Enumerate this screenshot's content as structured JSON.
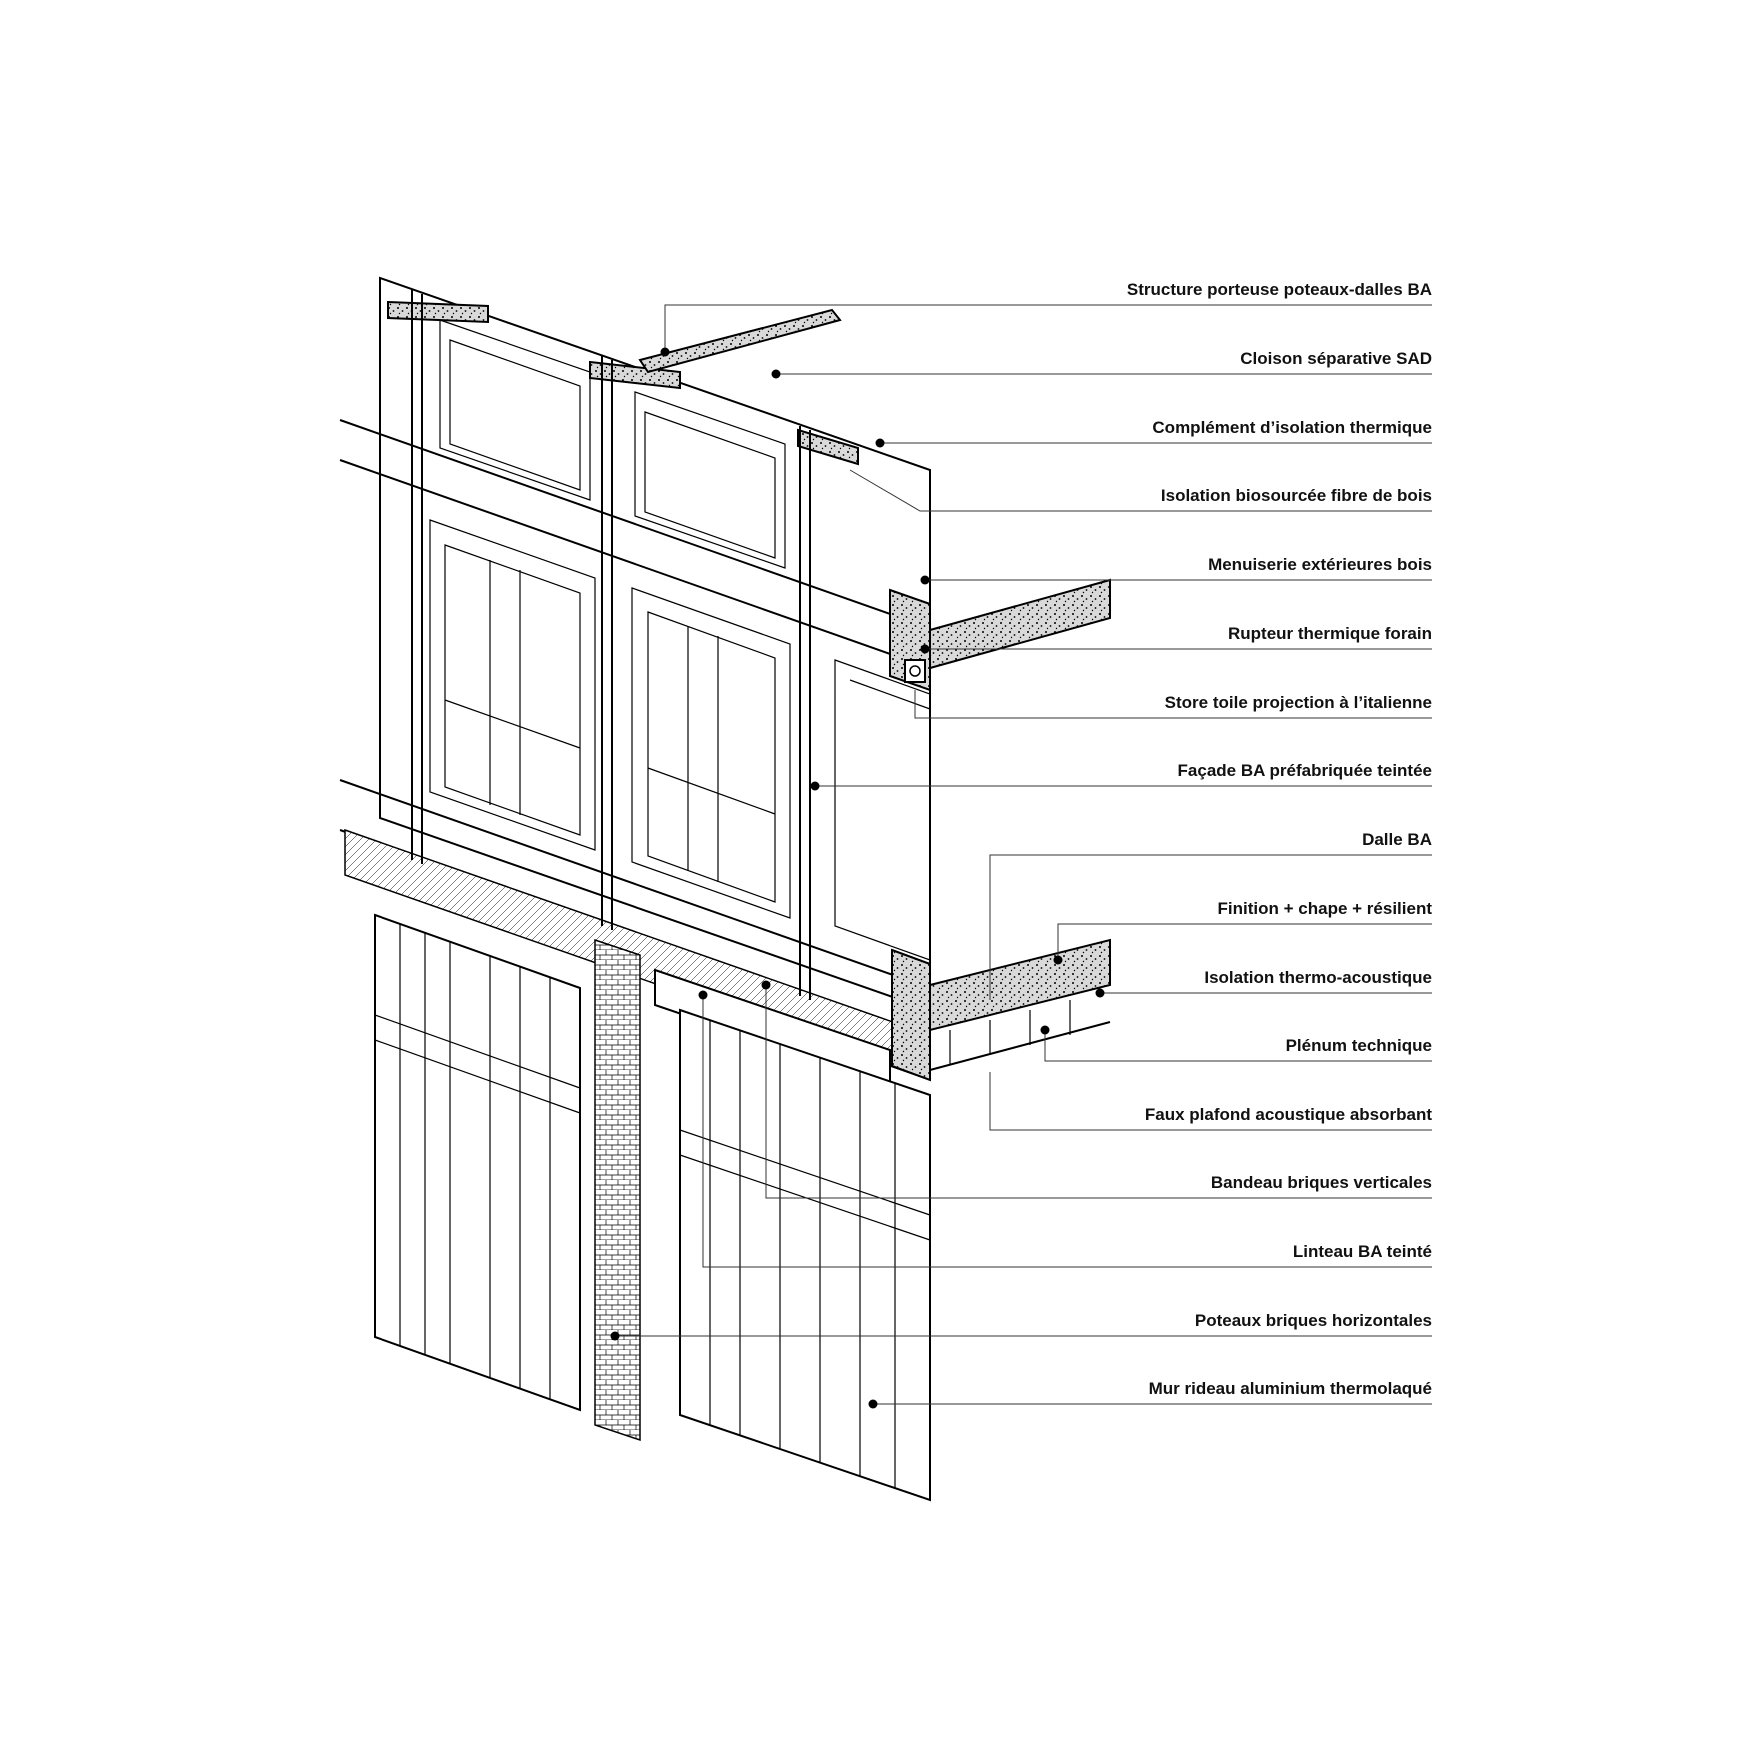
{
  "labels": [
    "Structure porteuse poteaux-dalles BA",
    "Cloison séparative SAD",
    "Complément d’isolation thermique",
    "Isolation biosourcée fibre de bois",
    "Menuiserie extérieures bois",
    "Rupteur thermique forain",
    "Store toile projection à l’italienne",
    "Façade BA préfabriquée teintée",
    "Dalle BA",
    "Finition + chape + résilient",
    "Isolation thermo-acoustique",
    "Plénum technique",
    "Faux plafond acoustique absorbant",
    "Bandeau briques verticales",
    "Linteau BA teinté",
    "Poteaux briques horizontales",
    "Mur rideau aluminium thermolaqué"
  ],
  "colors": {
    "ink": "#000000",
    "leader": "#333333",
    "paper": "#ffffff"
  }
}
